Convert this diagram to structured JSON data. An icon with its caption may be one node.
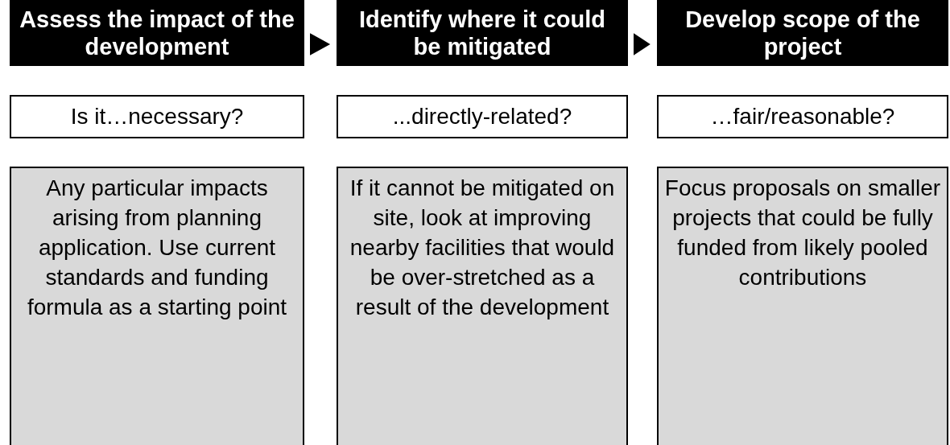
{
  "diagram": {
    "nodes": [
      {
        "text": [
          "Assess the impact of the development"
        ]
      },
      {
        "text": [
          "Identify where it could be mitigated"
        ]
      },
      {
        "text": [
          "Develop scope of the project"
        ]
      },
      {
        "text": [
          "Is it…necessary?"
        ]
      },
      {
        "text": [
          "...directly-related?"
        ]
      },
      {
        "text": [
          "…fair/reasonable?"
        ]
      },
      {
        "text": [
          "Any particular impacts arising from planning application. Use current standards and funding formula as a starting point"
        ]
      },
      {
        "text": [
          "If it cannot be mitigated on site, look at improving nearby facilities that would be over-stretched as a result of the development"
        ]
      },
      {
        "text": [
          "Focus proposals on smaller projects that could be fully funded from likely pooled contributions"
        ]
      }
    ],
    "edges": [
      {
        "from": 0,
        "to": 1,
        "arrow": "to"
      },
      {
        "from": 1,
        "to": 2,
        "arrow": "to"
      }
    ]
  }
}
